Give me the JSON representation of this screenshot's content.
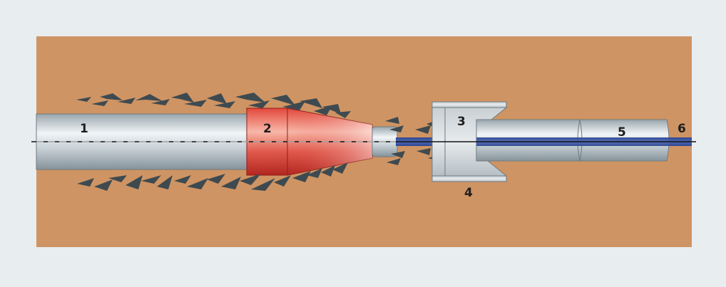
{
  "labels": {
    "l1": "1",
    "l2": "2",
    "l3": "3",
    "l4": "4",
    "l5": "5",
    "l6": "6"
  },
  "colors": {
    "page_background": "#e8edf0",
    "soil": "#cf9463",
    "steel_light": "#eef2f5",
    "steel_dark": "#8a979f",
    "red_light": "#f7b3a3",
    "red_dark": "#b92b22",
    "blue_pipe": "#3c57a4",
    "fragments": "#3e4a50"
  }
}
